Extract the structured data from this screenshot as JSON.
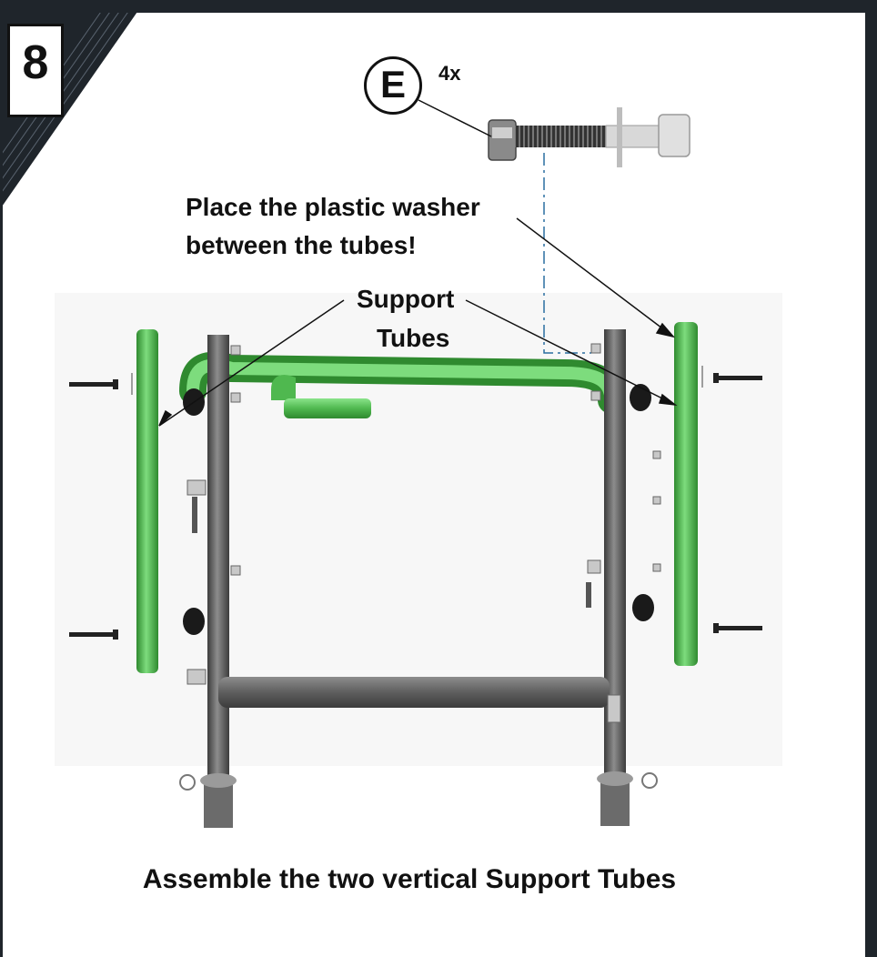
{
  "step": {
    "number": "8"
  },
  "part": {
    "letter": "E",
    "quantity": "4x"
  },
  "warning": {
    "line1": "Place the plastic washer",
    "line2": "between the tubes!"
  },
  "label": {
    "line1": "Support",
    "line2": "Tubes"
  },
  "caption": "Assemble the two vertical Support Tubes",
  "colors": {
    "frame": "#1f252b",
    "tube_green": "#5fc95f",
    "tube_grey": "#707070"
  }
}
